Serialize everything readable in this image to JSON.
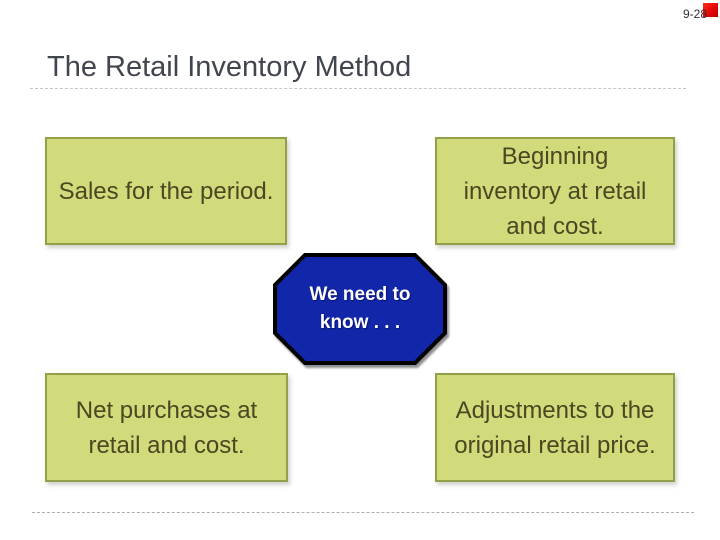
{
  "page": {
    "slide_number": "9-28",
    "background_color": "#FFFFFF",
    "corner_marker_color": "#E40808"
  },
  "title": {
    "text": "The Retail Inventory Method",
    "color": "#41454D"
  },
  "rules": {
    "top_color": "#C6C6C6",
    "bottom_color": "#A7B0B8"
  },
  "boxes": {
    "fill_color": "#D2DB7C",
    "border_color": "#939F49",
    "text_color": "#4A4721",
    "top_left": {
      "lines": [
        "Sales for the period."
      ]
    },
    "top_right": {
      "lines": [
        "Beginning",
        "inventory at retail",
        "and cost."
      ]
    },
    "bottom_left": {
      "lines": [
        "Net purchases at",
        "retail and cost."
      ]
    },
    "bottom_right": {
      "lines": [
        "Adjustments to the",
        "original retail price."
      ]
    }
  },
  "octagon": {
    "fill_color": "#1126A8",
    "border_color": "#000000",
    "text_color": "#FFFFFF",
    "lines": [
      "We need to",
      "know . . ."
    ]
  }
}
